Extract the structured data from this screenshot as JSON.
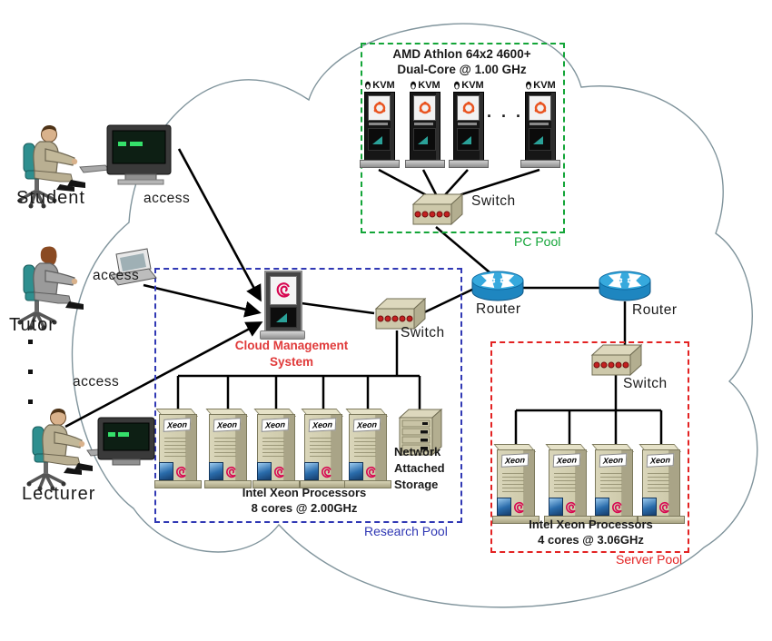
{
  "users": [
    {
      "name": "Student",
      "access_label": "access"
    },
    {
      "name": "Tutor",
      "access_label": "access"
    },
    {
      "name": "Lecturer",
      "access_label": "access"
    }
  ],
  "cms": {
    "label_line1": "Cloud Management",
    "label_line2": "System"
  },
  "pc_pool": {
    "title_line1": "AMD Athlon 64x2 4600+",
    "title_line2": "Dual-Core @ 1.00 GHz",
    "machines": [
      "KVM",
      "KVM",
      "KVM",
      "KVM"
    ],
    "ellipsis": ". . .",
    "switch_label": "Switch",
    "pool_label": "PC Pool"
  },
  "research_pool": {
    "switch_label": "Switch",
    "servers": [
      "Xeon",
      "Xeon",
      "Xeon",
      "Xeon",
      "Xeon"
    ],
    "nas_label_line1": "Network",
    "nas_label_line2": "Attached",
    "nas_label_line3": "Storage",
    "caption_line1": "Intel Xeon Processors",
    "caption_line2": "8 cores @ 2.00GHz",
    "pool_label": "Research Pool"
  },
  "server_pool": {
    "switch_label": "Switch",
    "servers": [
      "Xeon",
      "Xeon",
      "Xeon",
      "Xeon"
    ],
    "caption_line1": "Intel Xeon Processors",
    "caption_line2": "4 cores @ 3.06GHz",
    "pool_label": "Server Pool"
  },
  "routers": [
    {
      "label": "Router"
    },
    {
      "label": "Router"
    }
  ],
  "colors": {
    "pc_pool_green": "#13a538",
    "research_pool_blue": "#3038b4",
    "server_pool_red": "#e32222",
    "cms_label_red": "#e03a3a",
    "router_blue": "#2f9fd6",
    "switch_tan": "#cdc8aa",
    "switch_port_red": "#c42020",
    "debian_red": "#d70751",
    "ubuntu_orange": "#e95420",
    "chair_teal": "#2e8f8f",
    "cloud_outline": "#80949c"
  }
}
